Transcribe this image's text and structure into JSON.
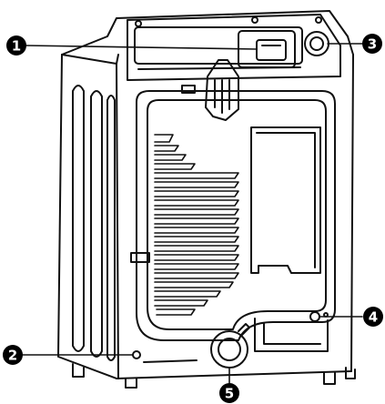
{
  "callouts": [
    {
      "label": "1"
    },
    {
      "label": "2"
    },
    {
      "label": "3"
    },
    {
      "label": "4"
    },
    {
      "label": "5"
    }
  ],
  "colors": {
    "line": "#111111",
    "callout_fill": "#000000",
    "callout_text": "#ffffff",
    "background": "#ffffff"
  }
}
